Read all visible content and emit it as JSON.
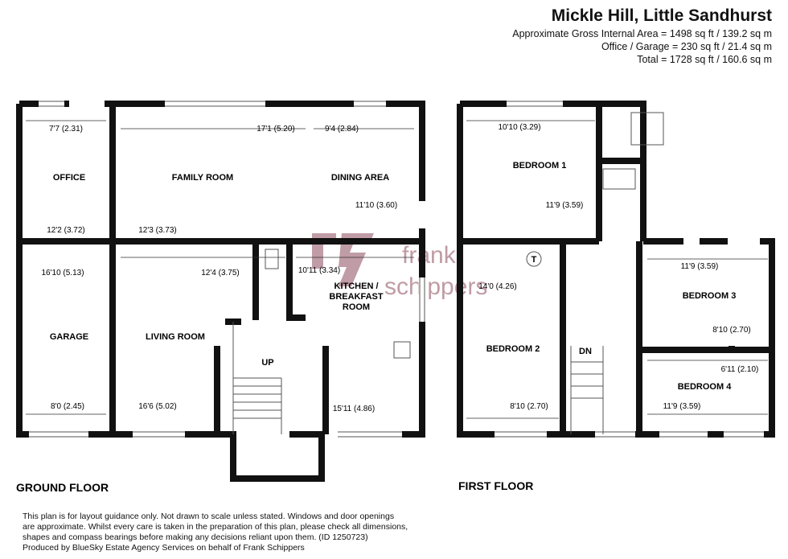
{
  "header": {
    "title": "Mickle Hill, Little Sandhurst",
    "areas": [
      "Approximate Gross Internal Area = 1498 sq ft / 139.2 sq m",
      "Office / Garage = 230 sq ft / 21.4 sq m",
      "Total = 1728 sq ft / 160.6 sq m"
    ]
  },
  "watermark": {
    "text_1": "frank",
    "text_2": "schippers",
    "color": "#8d4a5c"
  },
  "ground_floor": {
    "label": "GROUND FLOOR",
    "rooms": {
      "office": {
        "name": "OFFICE",
        "dim_w": "7'7 (2.31)",
        "dim_l": "12'2 (3.72)"
      },
      "garage": {
        "name": "GARAGE",
        "dim_l": "16'10 (5.13)",
        "dim_w": "8'0 (2.45)"
      },
      "family": {
        "name": "FAMILY ROOM",
        "dim_w": "17'1 (5.20)",
        "dim_l": "12'3 (3.73)"
      },
      "dining": {
        "name": "DINING AREA",
        "dim_w": "9'4 (2.84)",
        "dim_l": "11'10 (3.60)"
      },
      "living": {
        "name": "LIVING ROOM",
        "dim_w": "12'4 (3.75)",
        "dim_l": "16'6 (5.02)"
      },
      "kitchen": {
        "name_1": "KITCHEN /",
        "name_2": "BREAKFAST",
        "name_3": "ROOM",
        "dim_w": "10'11 (3.34)",
        "dim_l": "15'11 (4.86)"
      }
    },
    "stairs_label": "UP"
  },
  "first_floor": {
    "label": "FIRST FLOOR",
    "rooms": {
      "bed1": {
        "name": "BEDROOM 1",
        "dim_w": "10'10 (3.29)",
        "dim_l": "11'9 (3.59)"
      },
      "bed2": {
        "name": "BEDROOM 2",
        "dim_l": "14'0 (4.26)",
        "dim_w": "8'10 (2.70)"
      },
      "bed3": {
        "name": "BEDROOM 3",
        "dim_w": "11'9 (3.59)",
        "dim_l": "8'10 (2.70)"
      },
      "bed4": {
        "name": "BEDROOM 4",
        "dim_l": "6'11 (2.10)",
        "dim_w": "11'9 (3.59)"
      }
    },
    "stairs_label": "DN",
    "cupboard_label": "T"
  },
  "footer": {
    "lines": [
      "This plan is for layout guidance only. Not drawn to scale unless stated. Windows and door openings",
      "are approximate. Whilst every care is taken in the preparation of this plan, please check all dimensions,",
      "shapes and compass bearings before making any decisions reliant upon them. (ID 1250723)",
      "Produced by BlueSky Estate Agency Services on behalf of Frank Schippers"
    ]
  }
}
